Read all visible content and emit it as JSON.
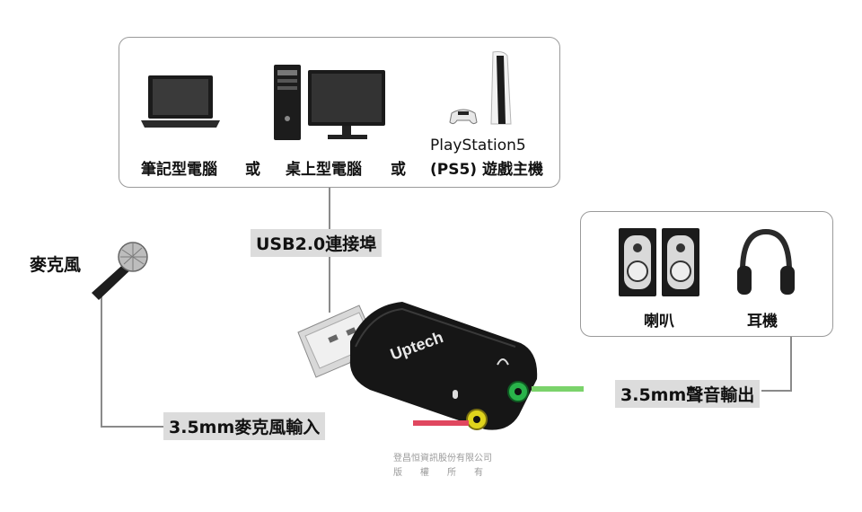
{
  "sources": {
    "laptop_label": "筆記型電腦",
    "or_1": "或",
    "desktop_label": "桌上型電腦",
    "or_2": "或",
    "ps5_label_line1": "PlayStation5",
    "ps5_label_line2": "(PS5) 遊戲主機"
  },
  "ports": {
    "usb_label": "USB2.0連接埠",
    "mic_label": "麥克風",
    "mic_input_label": "3.5mm麥克風輸入",
    "audio_output_label": "3.5mm聲音輸出"
  },
  "outputs": {
    "speaker_label": "喇叭",
    "headphone_label": "耳機"
  },
  "device": {
    "brand": "Uptech"
  },
  "watermark": {
    "line1": "登昌恒資訊股份有限公司",
    "line2": "版　　權　　所　　有"
  },
  "colors": {
    "mic_jack": "#e0d41c",
    "audio_jack": "#29b34a",
    "mic_plug": "#e0475f",
    "audio_plug": "#7bd36b",
    "tag_bg": "#dcdcdc"
  }
}
